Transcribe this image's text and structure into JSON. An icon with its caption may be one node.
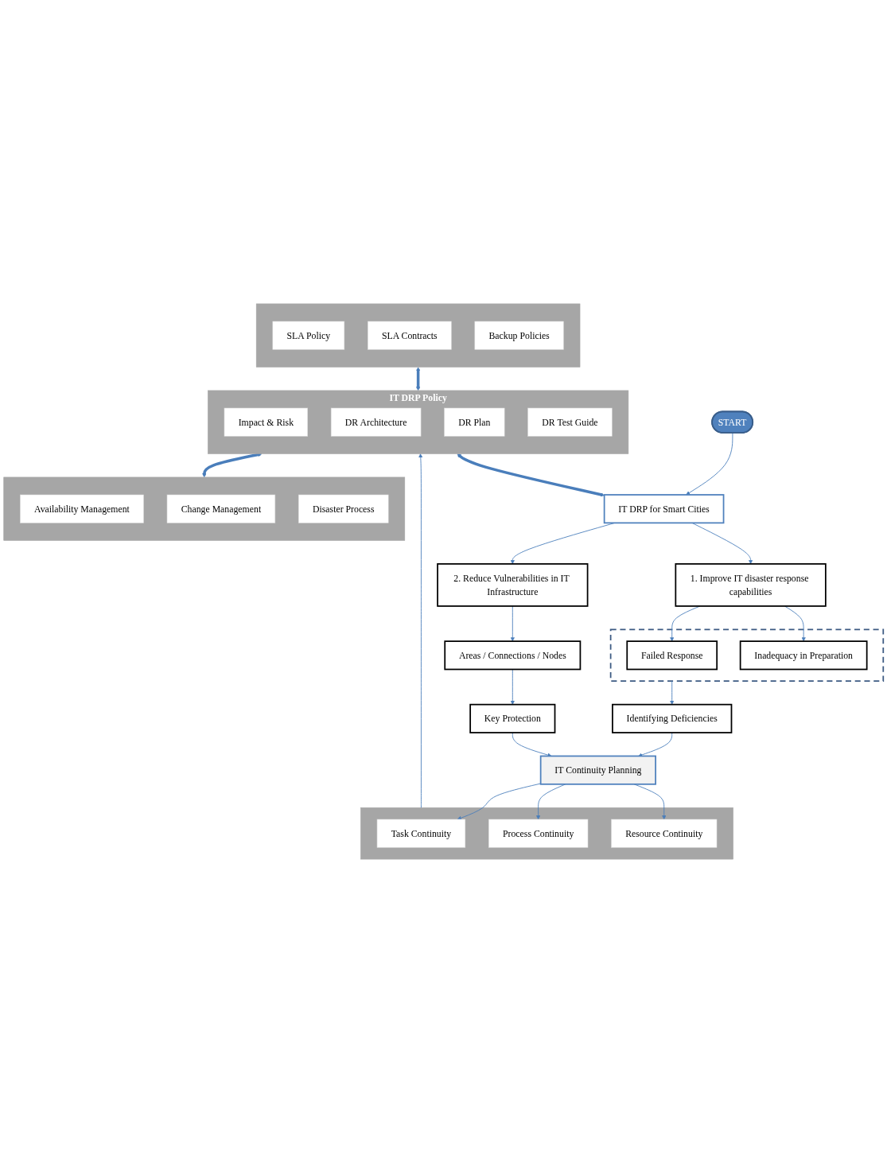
{
  "diagram": {
    "nodes": [
      {
        "text": [
          "IT DRP Policy"
        ]
      },
      {
        "text": [
          "Impact & Risk"
        ],
        "in": 0
      },
      {
        "text": [
          "DR Architecture"
        ],
        "in": 0
      },
      {
        "text": [
          "DR Plan"
        ],
        "in": 0
      },
      {
        "text": [
          "DR Test Guide"
        ],
        "in": 0
      },
      {
        "text": [],
        "shape": "box"
      },
      {
        "text": [
          "SLA Policy"
        ],
        "in": 5
      },
      {
        "text": [
          "SLA Contracts"
        ],
        "in": 5
      },
      {
        "text": [
          "Backup Policies"
        ],
        "in": 5
      },
      {
        "text": [],
        "shape": "box"
      },
      {
        "text": [
          "Availability Management"
        ],
        "in": 9
      },
      {
        "text": [
          "Change Management"
        ],
        "in": 9
      },
      {
        "text": [
          "Disaster Process"
        ],
        "in": 9
      },
      {
        "text": [
          "START"
        ]
      },
      {
        "text": [
          "IT DRP for Smart Cities"
        ]
      },
      {
        "text": [
          "1. Improve IT disaster response capabilities"
        ]
      },
      {
        "text": [
          "2. Reduce Vulnerabilities in IT Infrastructure"
        ]
      },
      {
        "text": [],
        "shape": "box"
      },
      {
        "text": [
          "Failed Response"
        ],
        "in": 17
      },
      {
        "text": [
          "Inadequacy in Preparation"
        ],
        "in": 17
      },
      {
        "text": [
          "Areas / Connections / Nodes"
        ]
      },
      {
        "text": [
          "Key Protection"
        ]
      },
      {
        "text": [
          "Identifying Deficiencies"
        ]
      },
      {
        "text": [
          "IT Continuity Planning"
        ]
      },
      {
        "text": [],
        "shape": "box"
      },
      {
        "text": [
          "Task Continuity"
        ],
        "in": 24
      },
      {
        "text": [
          "Process Continuity"
        ],
        "in": 24
      },
      {
        "text": [
          "Resource Continuity"
        ],
        "in": 24
      }
    ],
    "edges": [
      {
        "from": 5,
        "to": 0,
        "arrow": "both",
        "style": "thick"
      },
      {
        "from": 0,
        "to": 9,
        "arrow": "both",
        "style": "thick"
      },
      {
        "from": 0,
        "to": 14,
        "arrow": "both",
        "style": "thick"
      },
      {
        "from": 13,
        "to": 14,
        "arrow": "to"
      },
      {
        "from": 14,
        "to": 15,
        "arrow": "to"
      },
      {
        "from": 14,
        "to": 16,
        "arrow": "to"
      },
      {
        "from": 15,
        "to": 18,
        "arrow": "to"
      },
      {
        "from": 15,
        "to": 19,
        "arrow": "to"
      },
      {
        "from": 16,
        "to": 20,
        "arrow": "to"
      },
      {
        "from": 20,
        "to": 21,
        "arrow": "to"
      },
      {
        "from": 17,
        "to": 22,
        "arrow": "to"
      },
      {
        "from": 22,
        "to": 23,
        "arrow": "to"
      },
      {
        "from": 21,
        "to": 23,
        "arrow": "to"
      },
      {
        "from": 23,
        "to": 25,
        "arrow": "to"
      },
      {
        "from": 23,
        "to": 26,
        "arrow": "to"
      },
      {
        "from": 23,
        "to": 27,
        "arrow": "to"
      },
      {
        "from": 24,
        "to": 0,
        "arrow": "to"
      }
    ]
  }
}
